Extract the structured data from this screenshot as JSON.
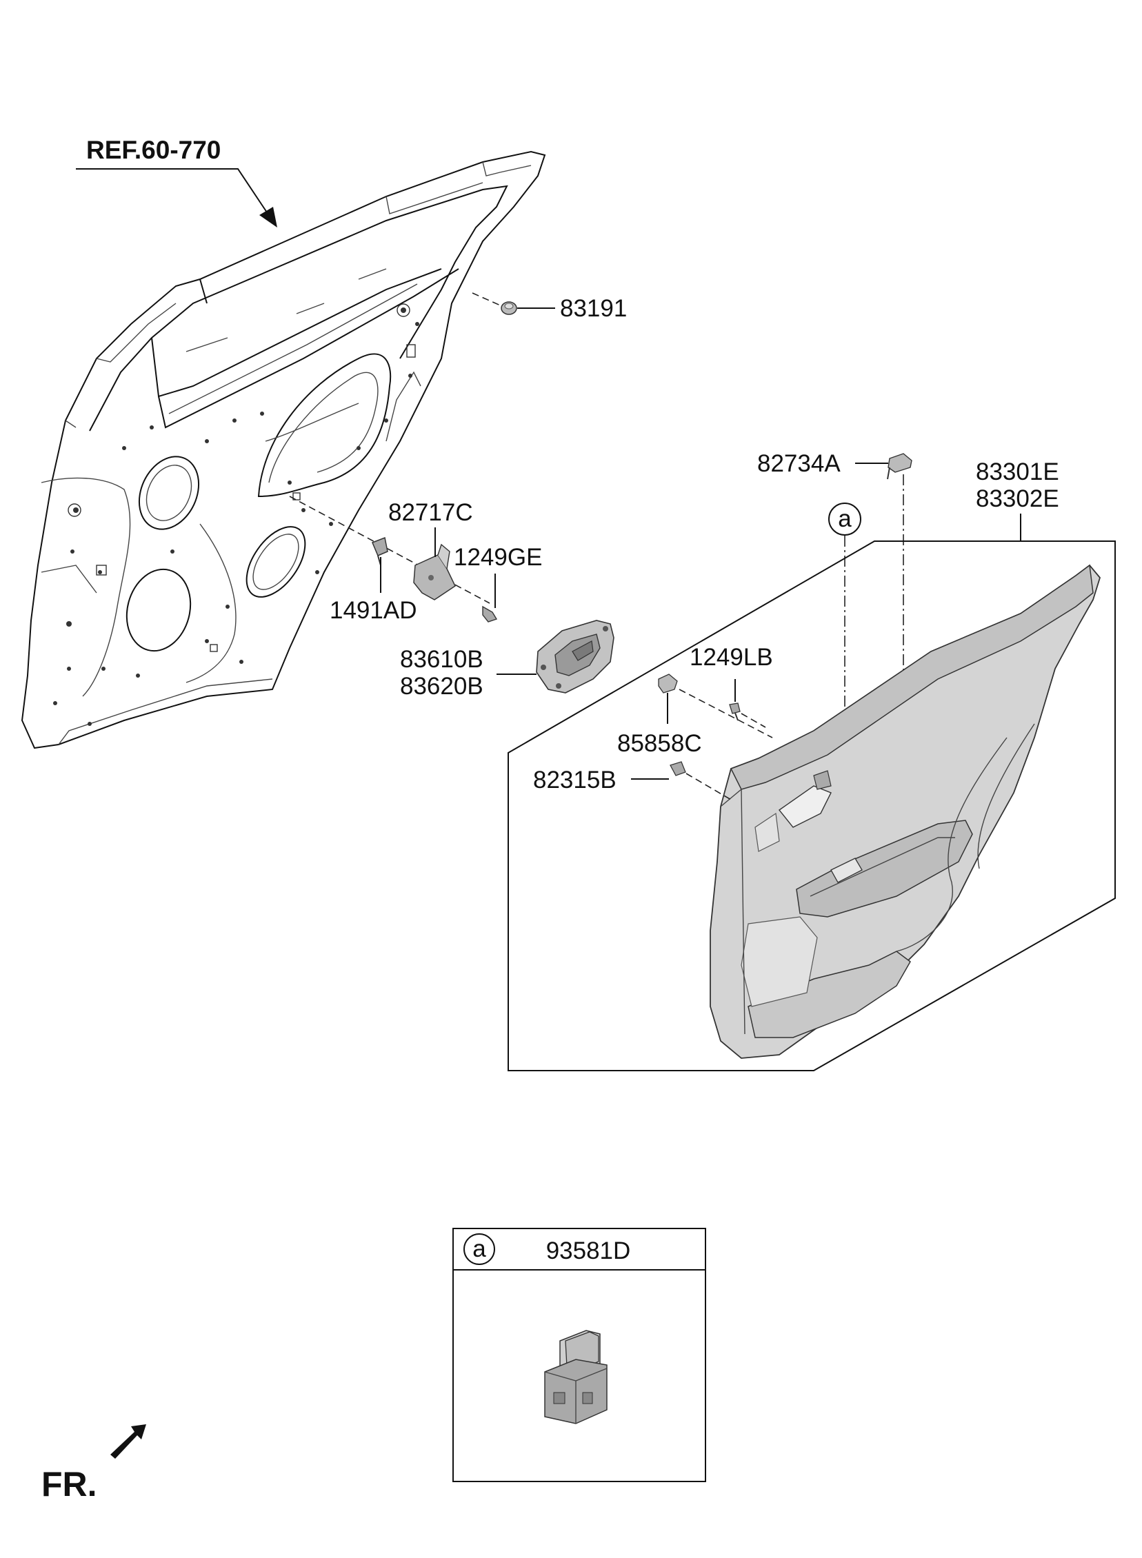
{
  "ref_label": "REF.60-770",
  "parts": {
    "grommet": "83191",
    "hook": "82734A",
    "trim_lh": "83301E",
    "trim_rh": "83302E",
    "bracket": "82717C",
    "screw_top": "1249GE",
    "clip_left": "1491AD",
    "handle_lh": "83610B",
    "handle_rh": "83620B",
    "screw_lb": "1249LB",
    "retainer": "85858C",
    "clip_b": "82315B"
  },
  "callout_letter": "a",
  "detail": {
    "letter": "a",
    "part": "93581D"
  },
  "front_label": "FR."
}
